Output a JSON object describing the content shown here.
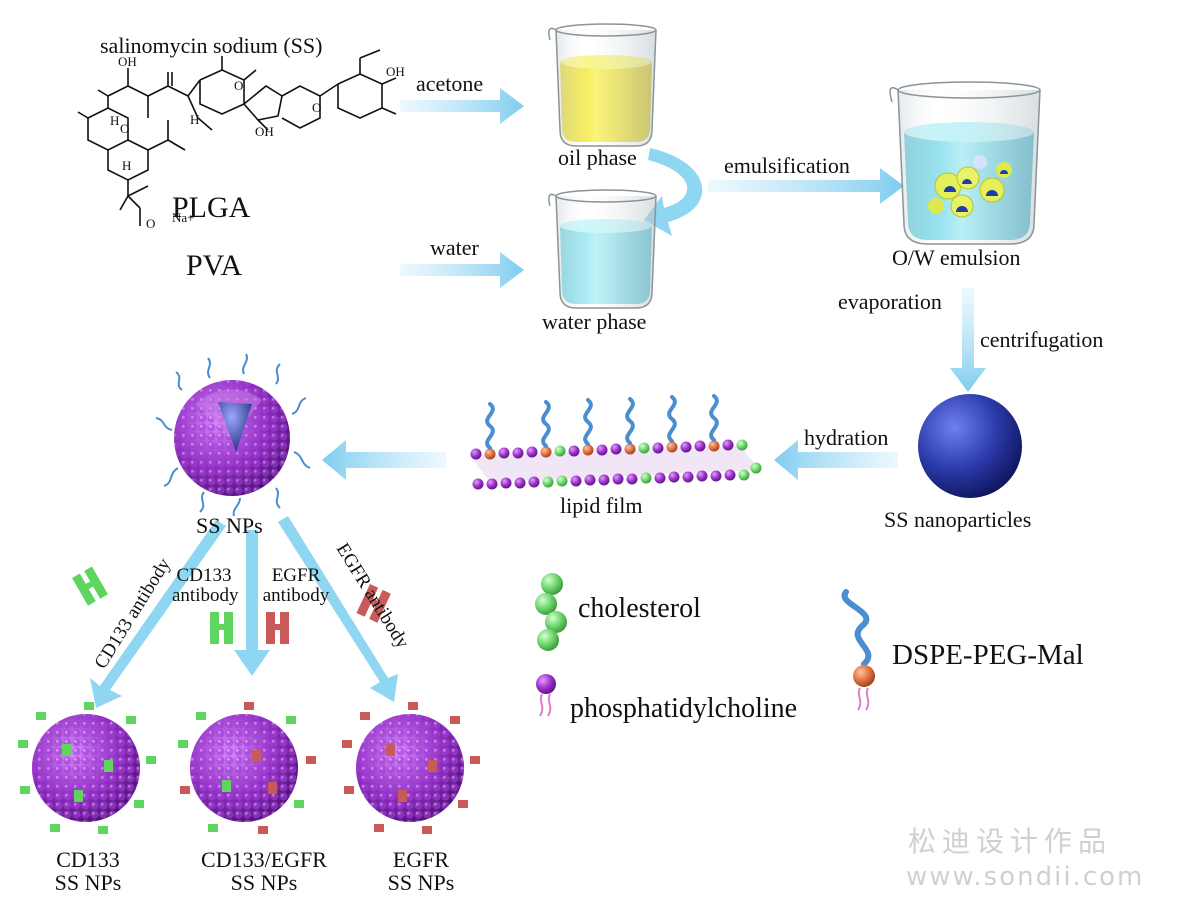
{
  "reagents": {
    "ss": "salinomycin sodium (SS)",
    "plga": "PLGA",
    "pva": "PVA",
    "oh1": "OH",
    "oh2": "OH",
    "oh3": "OH",
    "h1": "H",
    "h2": "H",
    "h3": "H",
    "o_ring": "O",
    "o_ring2": "O",
    "o_ring3": "O",
    "coo": "O",
    "na": "Na+"
  },
  "steps": {
    "acetone": "acetone",
    "water": "water",
    "oil_phase": "oil phase",
    "water_phase": "water phase",
    "emulsification": "emulsification",
    "ow_emulsion": "O/W emulsion",
    "evaporation": "evaporation",
    "centrifugation": "centrifugation",
    "ss_nanoparticles": "SS nanoparticles",
    "hydration": "hydration",
    "lipid_film": "lipid film",
    "ss_nps": "SS NPs"
  },
  "antibodies": {
    "cd133_left": "CD133 antibody",
    "cd133_mid_1": "CD133",
    "cd133_mid_2": "antibody",
    "egfr_mid_1": "EGFR",
    "egfr_mid_2": "antibody",
    "egfr_right": "EGFR antibody"
  },
  "products": {
    "p1_line1": "CD133",
    "p1_line2": "SS NPs",
    "p2_line1": "CD133/EGFR",
    "p2_line2": "SS NPs",
    "p3_line1": "EGFR",
    "p3_line2": "SS NPs"
  },
  "legend": {
    "cholesterol": "cholesterol",
    "phosphatidylcholine": "phosphatidylcholine",
    "dspe": "DSPE-PEG-Mal"
  },
  "watermark": {
    "cn": "松迪设计作品",
    "url": "www.sondii.com"
  },
  "colors": {
    "arrow": "#a9def5",
    "yellow_phase": "#f2ea1c",
    "water_phase": "#8ae1ee",
    "nanoparticle": "#2a3aa8",
    "lipid_head": "#9b32c8",
    "cholesterol": "#6cd46c",
    "peg": "#4a8ed0",
    "mal": "#e07040",
    "cd133_antibody": "#5fd45f",
    "egfr_antibody": "#c85a5a"
  }
}
